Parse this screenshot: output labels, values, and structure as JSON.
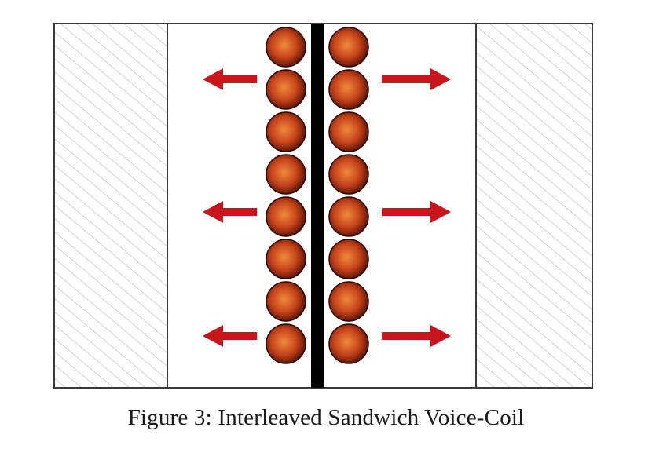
{
  "figure": {
    "caption": "Figure 3: Interleaved Sandwich Voice-Coil",
    "coil": {
      "columns": 2,
      "turns_per_column": 8
    },
    "force_arrows": {
      "rows": 3,
      "directions": [
        "left",
        "right"
      ]
    },
    "colors": {
      "frame": "#3a3a3a",
      "hatch": "#c8c8c8",
      "former": "#000000",
      "wire_center": "#f08a3c",
      "wire_mid": "#c6431a",
      "wire_edge": "#4a0d04",
      "arrow": "#c8141a"
    }
  }
}
